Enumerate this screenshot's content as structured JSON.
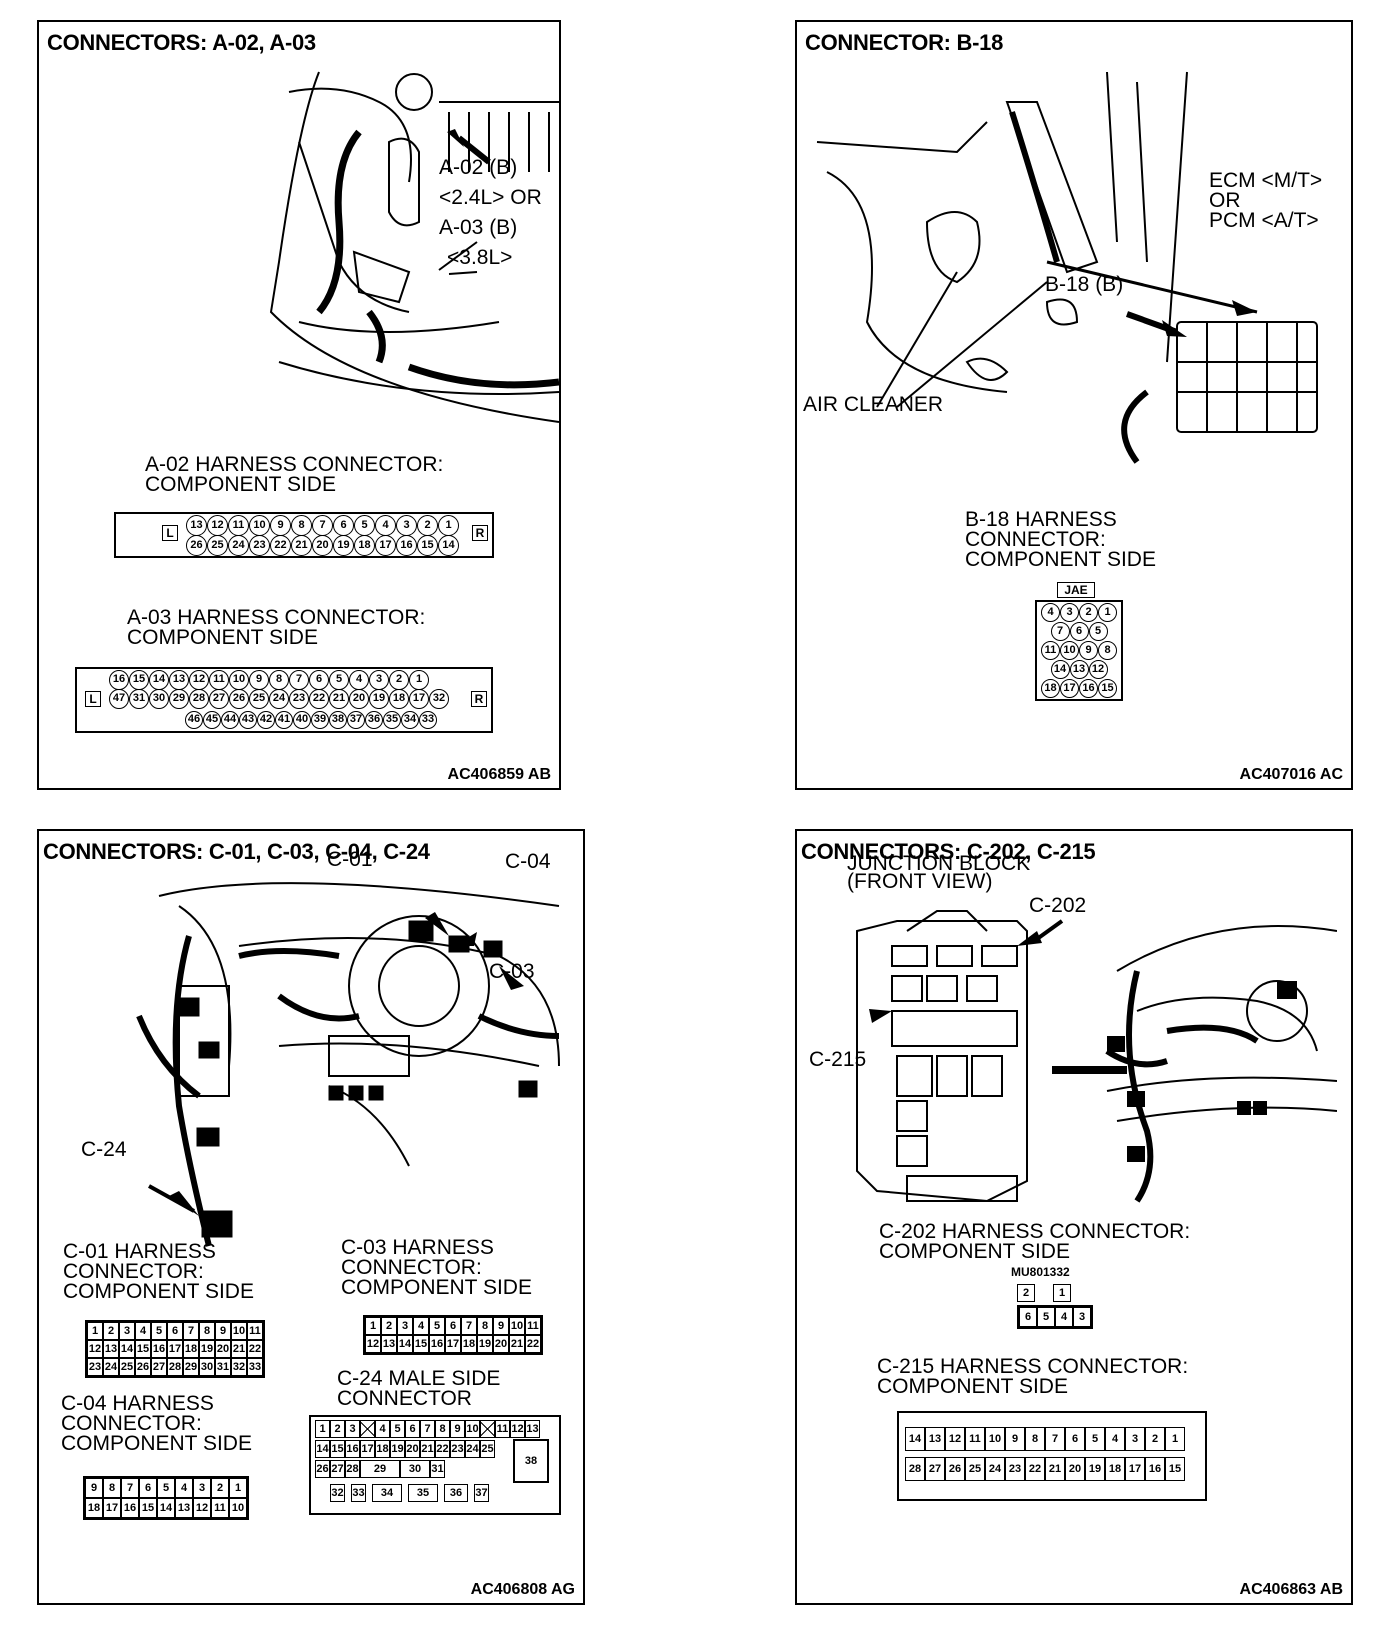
{
  "panel_a": {
    "title": "CONNECTORS: A-02, A-03",
    "callout_1": "A-02 (B)",
    "callout_2": "<2.4L> OR",
    "callout_3": "A-03 (B)",
    "callout_4": "<3.8L>",
    "a02_label_1": "A-02 HARNESS CONNECTOR:",
    "a02_label_2": "COMPONENT SIDE",
    "a02_left": "L",
    "a02_right": "R",
    "a02_top": [
      "13",
      "12",
      "11",
      "10",
      "9",
      "8",
      "7",
      "6",
      "5",
      "4",
      "3",
      "2",
      "1"
    ],
    "a02_bottom": [
      "26",
      "25",
      "24",
      "23",
      "22",
      "21",
      "20",
      "19",
      "18",
      "17",
      "16",
      "15",
      "14"
    ],
    "a03_label_1": "A-03 HARNESS CONNECTOR:",
    "a03_label_2": "COMPONENT SIDE",
    "a03_left": "L",
    "a03_right": "R",
    "a03_row1": [
      "16",
      "15",
      "14",
      "13",
      "12",
      "11",
      "10",
      "9",
      "8",
      "7",
      "6",
      "5",
      "4",
      "3",
      "2",
      "1"
    ],
    "a03_row2": [
      "47",
      "31",
      "30",
      "29",
      "28",
      "27",
      "26",
      "25",
      "24",
      "23",
      "22",
      "21",
      "20",
      "19",
      "18",
      "17",
      "32"
    ],
    "a03_row3": [
      "46",
      "45",
      "44",
      "43",
      "42",
      "41",
      "40",
      "39",
      "38",
      "37",
      "36",
      "35",
      "34",
      "33"
    ],
    "figure_id": "AC406859 AB"
  },
  "panel_b": {
    "title": "CONNECTOR: B-18",
    "ecm_1": "ECM <M/T>",
    "ecm_2": "OR",
    "ecm_3": "PCM <A/T>",
    "callout": "B-18 (B)",
    "air_cleaner": "AIR CLEANER",
    "label_1": "B-18 HARNESS",
    "label_2": "CONNECTOR:",
    "label_3": "COMPONENT SIDE",
    "tag": "JAE",
    "rows": [
      [
        "4",
        "3",
        "2",
        "1"
      ],
      [
        "7",
        "6",
        "5"
      ],
      [
        "11",
        "10",
        "9",
        "8"
      ],
      [
        "14",
        "13",
        "12"
      ],
      [
        "18",
        "17",
        "16",
        "15"
      ]
    ],
    "figure_id": "AC407016 AC"
  },
  "panel_c": {
    "title": "CONNECTORS: C-01, C-03, C-04, C-24",
    "c01": "C-01",
    "c04": "C-04",
    "c03": "C-03",
    "c24": "C-24",
    "c01_label_1": "C-01 HARNESS",
    "c01_label_2": "CONNECTOR:",
    "c01_label_3": "COMPONENT SIDE",
    "c01_rows": [
      [
        "1",
        "2",
        "3",
        "4",
        "5",
        "6",
        "7",
        "8",
        "9",
        "10",
        "11"
      ],
      [
        "12",
        "13",
        "14",
        "15",
        "16",
        "17",
        "18",
        "19",
        "20",
        "21",
        "22"
      ],
      [
        "23",
        "24",
        "25",
        "26",
        "27",
        "28",
        "29",
        "30",
        "31",
        "32",
        "33"
      ]
    ],
    "c03_label_1": "C-03 HARNESS",
    "c03_label_2": "CONNECTOR:",
    "c03_label_3": "COMPONENT SIDE",
    "c03_rows": [
      [
        "1",
        "2",
        "3",
        "4",
        "5",
        "6",
        "7",
        "8",
        "9",
        "10",
        "11"
      ],
      [
        "12",
        "13",
        "14",
        "15",
        "16",
        "17",
        "18",
        "19",
        "20",
        "21",
        "22"
      ]
    ],
    "c04_label_1": "C-04 HARNESS",
    "c04_label_2": "CONNECTOR:",
    "c04_label_3": "COMPONENT SIDE",
    "c04_rows": [
      [
        "9",
        "8",
        "7",
        "6",
        "5",
        "4",
        "3",
        "2",
        "1"
      ],
      [
        "18",
        "17",
        "16",
        "15",
        "14",
        "13",
        "12",
        "11",
        "10"
      ]
    ],
    "c24_label_1": "C-24 MALE SIDE",
    "c24_label_2": "CONNECTOR",
    "c24_row1": [
      "1",
      "2",
      "3",
      "X",
      "4",
      "5",
      "6",
      "7",
      "8",
      "9",
      "10",
      "X",
      "11",
      "12",
      "13"
    ],
    "c24_row2": [
      "14",
      "15",
      "16",
      "17",
      "18",
      "19",
      "20",
      "21",
      "22",
      "23",
      "24",
      "25"
    ],
    "c24_row3": [
      "26",
      "27",
      "28",
      "29",
      "30",
      "31"
    ],
    "c24_row4": [
      "32",
      "33",
      "34",
      "35",
      "36",
      "37"
    ],
    "c24_big": "38",
    "figure_id": "AC406808 AG"
  },
  "panel_d": {
    "title": "CONNECTORS: C-202, C-215",
    "jb_1": "JUNCTION BLOCK",
    "jb_2": "(FRONT VIEW)",
    "c202": "C-202",
    "c215": "C-215",
    "c202_label_1": "C-202 HARNESS CONNECTOR:",
    "c202_label_2": "COMPONENT SIDE",
    "c202_part": "MU801332",
    "c202_top": [
      "2",
      "",
      "1"
    ],
    "c202_bottom": [
      "6",
      "5",
      "4",
      "3"
    ],
    "c215_label_1": "C-215 HARNESS CONNECTOR:",
    "c215_label_2": "COMPONENT SIDE",
    "c215_top": [
      "14",
      "13",
      "12",
      "11",
      "10",
      "9",
      "8",
      "7",
      "6",
      "5",
      "4",
      "3",
      "2",
      "1"
    ],
    "c215_bottom": [
      "28",
      "27",
      "26",
      "25",
      "24",
      "23",
      "22",
      "21",
      "20",
      "19",
      "18",
      "17",
      "16",
      "15"
    ],
    "figure_id": "AC406863 AB"
  }
}
